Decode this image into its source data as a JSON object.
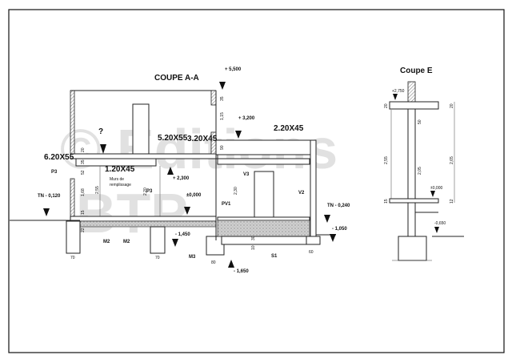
{
  "watermark": {
    "line1": "© Editions",
    "line2": "BTP"
  },
  "coupe_aa": {
    "title": "COUPE A-A",
    "beams": {
      "b6": "6.20X55",
      "b5": "5.20X55",
      "b3": "3.20X45",
      "b1": "1.20X45",
      "b2": "2.20X45"
    },
    "question": "?",
    "labels": {
      "p3_left": "P3",
      "p3_mid": "P3",
      "murs": "Murs de",
      "remplissage": "remplissage",
      "v3": "V3",
      "v2": "V2",
      "pv1": "PV1",
      "m2_left": "M2",
      "m2_mid": "M2",
      "m3": "M3",
      "s1": "S1"
    },
    "levels": {
      "top": "+ 5,500",
      "l3200": "+ 3,200",
      "l2300": "+ 2,300",
      "l0000": "±0,000",
      "tn_left": "TN - 0,120",
      "tn_right": "TN - 0,240",
      "m1450": "- 1,450",
      "m1050": "- 1,050",
      "m1650": "- 1,650"
    },
    "dims": {
      "d20": "20",
      "d35": "35",
      "d52": "52",
      "d168": "1,68",
      "d15": "15",
      "d255": "2,55",
      "d220": "2,20",
      "d22": "22",
      "d70a": "70",
      "d70b": "70",
      "d80": "80",
      "d60": "60",
      "d35top": "35",
      "d115": "1,15",
      "d90": "90",
      "d230": "2,30",
      "d10": "10",
      "d30": "30"
    }
  },
  "coupe_e": {
    "title": "Coupe E",
    "levels": {
      "top": "+2,750",
      "zero": "±0,000",
      "bottom": "-0,650"
    },
    "dims": {
      "d20a": "20",
      "d20b": "20",
      "d50": "50",
      "d255": "2,55",
      "d205": "2,05",
      "d265": "2,65",
      "d15": "15",
      "d12": "12"
    }
  }
}
